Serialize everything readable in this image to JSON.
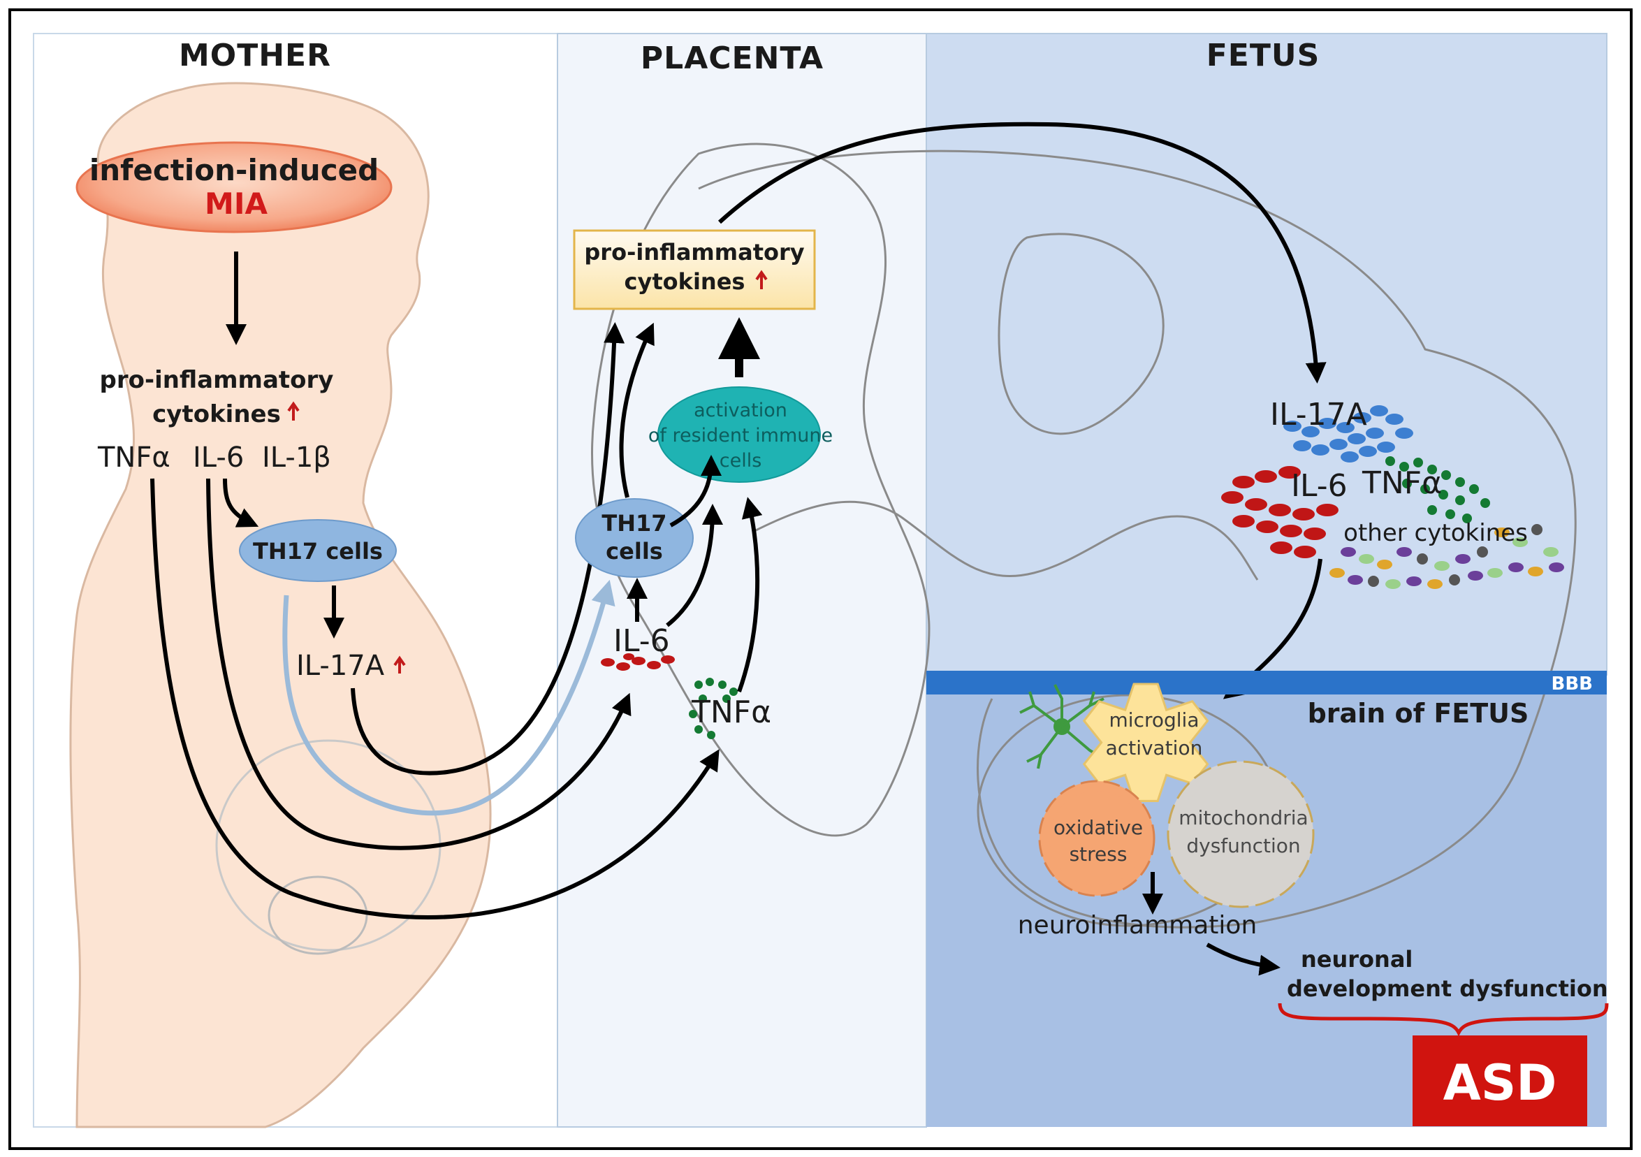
{
  "panels": {
    "mother": "MOTHER",
    "placenta": "PLACENTA",
    "fetus": "FETUS"
  },
  "mother": {
    "mia_line1": "infection-induced",
    "mia_line2": "MIA",
    "cytokines_line1": "pro-inflammatory",
    "cytokines_line2": "cytokines",
    "tnf": "TNFα",
    "il6": "IL-6",
    "il1b": "IL-1β",
    "th17": "TH17 cells",
    "il17a": "IL-17A"
  },
  "placenta": {
    "cytokines_line1": "pro-inflammatory",
    "cytokines_line2": "cytokines",
    "activation_line1": "activation",
    "activation_line2": "of resident immune",
    "activation_line3": "cells",
    "th17_line1": "TH17",
    "th17_line2": "cells",
    "il6": "IL-6",
    "tnf": "TNFα"
  },
  "fetus": {
    "il17a": "IL-17A",
    "il6": "IL-6",
    "tnf": "TNFα",
    "other": "other cytokines",
    "bbb": "BBB",
    "brain": "brain of FETUS",
    "microglia_line1": "microglia",
    "microglia_line2": "activation",
    "oxidative_line1": "oxidative",
    "oxidative_line2": "stress",
    "mito_line1": "mitochondria",
    "mito_line2": "dysfunction",
    "neuroinflammation": "neuroinflammation",
    "neuronal_line1": "neuronal",
    "neuronal_line2": "development dysfunction",
    "asd": "ASD"
  },
  "colors": {
    "mia_red": "#d11a1a",
    "mia_fill": "#f7a98a",
    "th17_blue": "#8fb6e0",
    "activation_teal": "#1fb3b3",
    "bbb_blue": "#2b73c9",
    "asd_red": "#d0140f",
    "cytokine_box": "#fdebb8",
    "microglia_gear": "#fde39a",
    "oxidative_gear": "#f5a572",
    "mito_gear": "#d6d3cf"
  }
}
